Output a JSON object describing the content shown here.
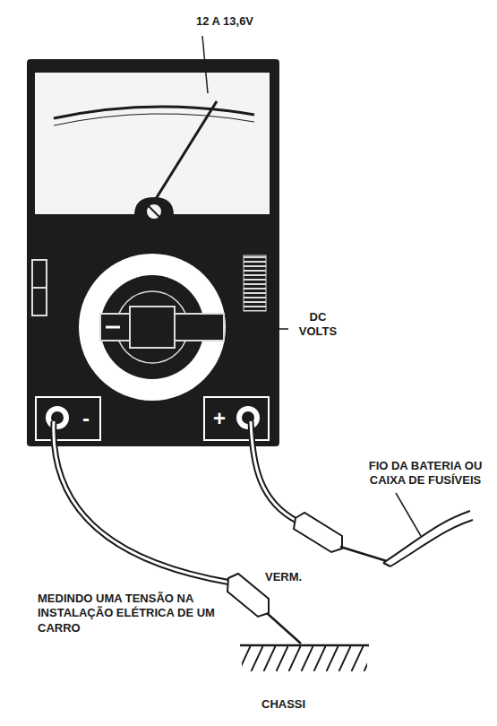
{
  "diagram": {
    "labels": [
      "12 A 13,6V",
      "DC VOLTS",
      "-",
      "+",
      "FIO DA BATERIA OU CAIXA DE FUSÍVEIS",
      "VERM.",
      "MEDINDO UMA TENSÃO NA INSTALAÇÃO ELÉTRICA DE UM CARRO",
      "CHASSI"
    ]
  }
}
